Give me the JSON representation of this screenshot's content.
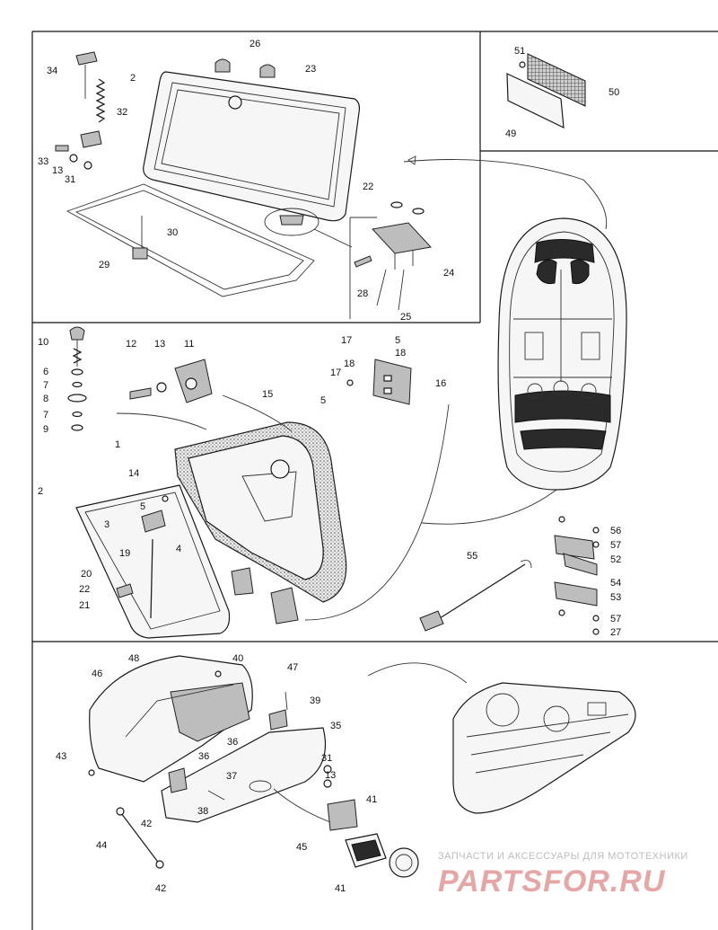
{
  "diagram": {
    "section_top_labels": [
      "34",
      "32",
      "33",
      "13",
      "31",
      "2",
      "26",
      "23",
      "30",
      "29",
      "22",
      "24",
      "28",
      "25"
    ],
    "section_inset_labels": [
      "51",
      "50",
      "49"
    ],
    "section_middle_labels": [
      "10",
      "6",
      "7",
      "8",
      "7",
      "9",
      "12",
      "13",
      "11",
      "17",
      "5",
      "18",
      "17",
      "18",
      "5",
      "16",
      "15",
      "1",
      "14",
      "2",
      "5",
      "3",
      "4",
      "19",
      "20",
      "22",
      "21"
    ],
    "section_right_labels": [
      "55",
      "56",
      "57",
      "52",
      "54",
      "53",
      "57",
      "27"
    ],
    "section_bottom_labels": [
      "48",
      "40",
      "47",
      "46",
      "39",
      "35",
      "36",
      "43",
      "36",
      "37",
      "38",
      "31",
      "13",
      "41",
      "42",
      "44",
      "45",
      "42",
      "41"
    ]
  },
  "watermark": {
    "caption": "ЗАПЧАСТИ И АКСЕССУАРЫ ДЛЯ МОТОТЕХНИКИ",
    "logo": "PARTSFOR.RU",
    "color": "#e6a6a6"
  }
}
